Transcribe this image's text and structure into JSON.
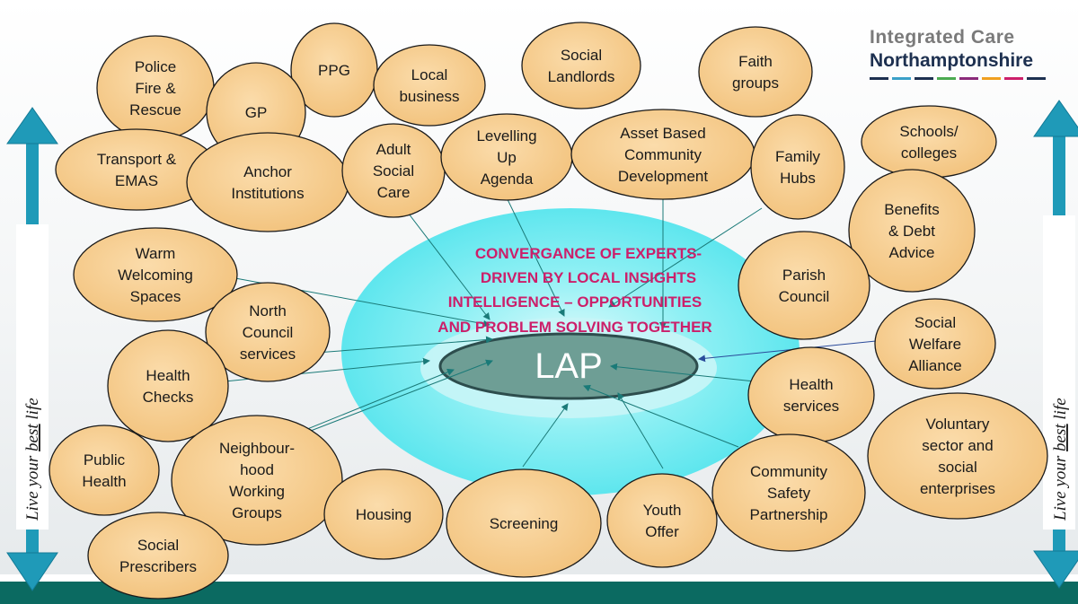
{
  "logo": {
    "line1": "Integrated Care",
    "line2": "Northamptonshire",
    "stripe_colors": [
      "#1d3050",
      "#3aa0c8",
      "#1d3050",
      "#4aaa50",
      "#8a2a7a",
      "#f0a020",
      "#cc1f6a",
      "#1d3050"
    ]
  },
  "side_label": {
    "left": [
      "Live your ",
      "best",
      " life"
    ],
    "right": [
      "Live your ",
      "best",
      " life"
    ]
  },
  "center": {
    "title_lines": [
      "CONVERGANCE OF EXPERTS-",
      "DRIVEN BY LOCAL INSIGHTS",
      "INTELLIGENCE – OPPORTUNITIES",
      "AND PROBLEM SOLVING TOGETHER"
    ],
    "lap_label": "LAP"
  },
  "colors": {
    "bubble_fill": "#f6cc8e",
    "bubble_stroke": "#1a1a1a",
    "halo": "#5ee6ee",
    "lap_fill": "#6e9e95",
    "arrow_left": "#1f9ab8",
    "connector": "#1a7a78",
    "title": "#cc1f6a",
    "bottom_bar": "#0b6a61"
  },
  "bubbles": [
    {
      "id": "police-fire-rescue",
      "lines": [
        "Police",
        "Fire &",
        "Rescue"
      ]
    },
    {
      "id": "ppg",
      "lines": [
        "PPG"
      ]
    },
    {
      "id": "gp",
      "lines": [
        "GP"
      ]
    },
    {
      "id": "local-business",
      "lines": [
        "Local",
        "business"
      ]
    },
    {
      "id": "social-landlords",
      "lines": [
        "Social",
        "Landlords"
      ]
    },
    {
      "id": "faith-groups",
      "lines": [
        "Faith",
        "groups"
      ]
    },
    {
      "id": "transport-emas",
      "lines": [
        "Transport &",
        "EMAS"
      ]
    },
    {
      "id": "anchor-institutions",
      "lines": [
        "Anchor",
        "Institutions"
      ]
    },
    {
      "id": "adult-social-care",
      "lines": [
        "Adult",
        "Social",
        "Care"
      ]
    },
    {
      "id": "levelling-up",
      "lines": [
        "Levelling",
        "Up",
        "Agenda"
      ]
    },
    {
      "id": "asset-based",
      "lines": [
        "Asset Based",
        "Community",
        "Development"
      ]
    },
    {
      "id": "family-hubs",
      "lines": [
        "Family",
        "Hubs"
      ]
    },
    {
      "id": "schools-colleges",
      "lines": [
        "Schools/",
        "colleges"
      ]
    },
    {
      "id": "benefits-debt",
      "lines": [
        "Benefits",
        "& Debt",
        "Advice"
      ]
    },
    {
      "id": "warm-welcoming",
      "lines": [
        "Warm",
        "Welcoming",
        "Spaces"
      ]
    },
    {
      "id": "parish-council",
      "lines": [
        "Parish",
        "Council"
      ]
    },
    {
      "id": "north-council",
      "lines": [
        "North",
        "Council",
        "services"
      ]
    },
    {
      "id": "social-welfare",
      "lines": [
        "Social",
        "Welfare",
        "Alliance"
      ]
    },
    {
      "id": "health-checks",
      "lines": [
        "Health",
        "Checks"
      ]
    },
    {
      "id": "health-services",
      "lines": [
        "Health",
        "services"
      ]
    },
    {
      "id": "public-health",
      "lines": [
        "Public",
        "Health"
      ]
    },
    {
      "id": "neighbourhood",
      "lines": [
        "Neighbour-",
        "hood",
        "Working",
        "Groups"
      ]
    },
    {
      "id": "voluntary-sector",
      "lines": [
        "Voluntary",
        "sector and",
        "social",
        "enterprises"
      ]
    },
    {
      "id": "community-safety",
      "lines": [
        "Community",
        "Safety",
        "Partnership"
      ]
    },
    {
      "id": "housing",
      "lines": [
        "Housing"
      ]
    },
    {
      "id": "screening",
      "lines": [
        "Screening"
      ]
    },
    {
      "id": "youth-offer",
      "lines": [
        "Youth",
        "Offer"
      ]
    },
    {
      "id": "social-prescribers",
      "lines": [
        "Social",
        "Prescribers"
      ]
    }
  ]
}
